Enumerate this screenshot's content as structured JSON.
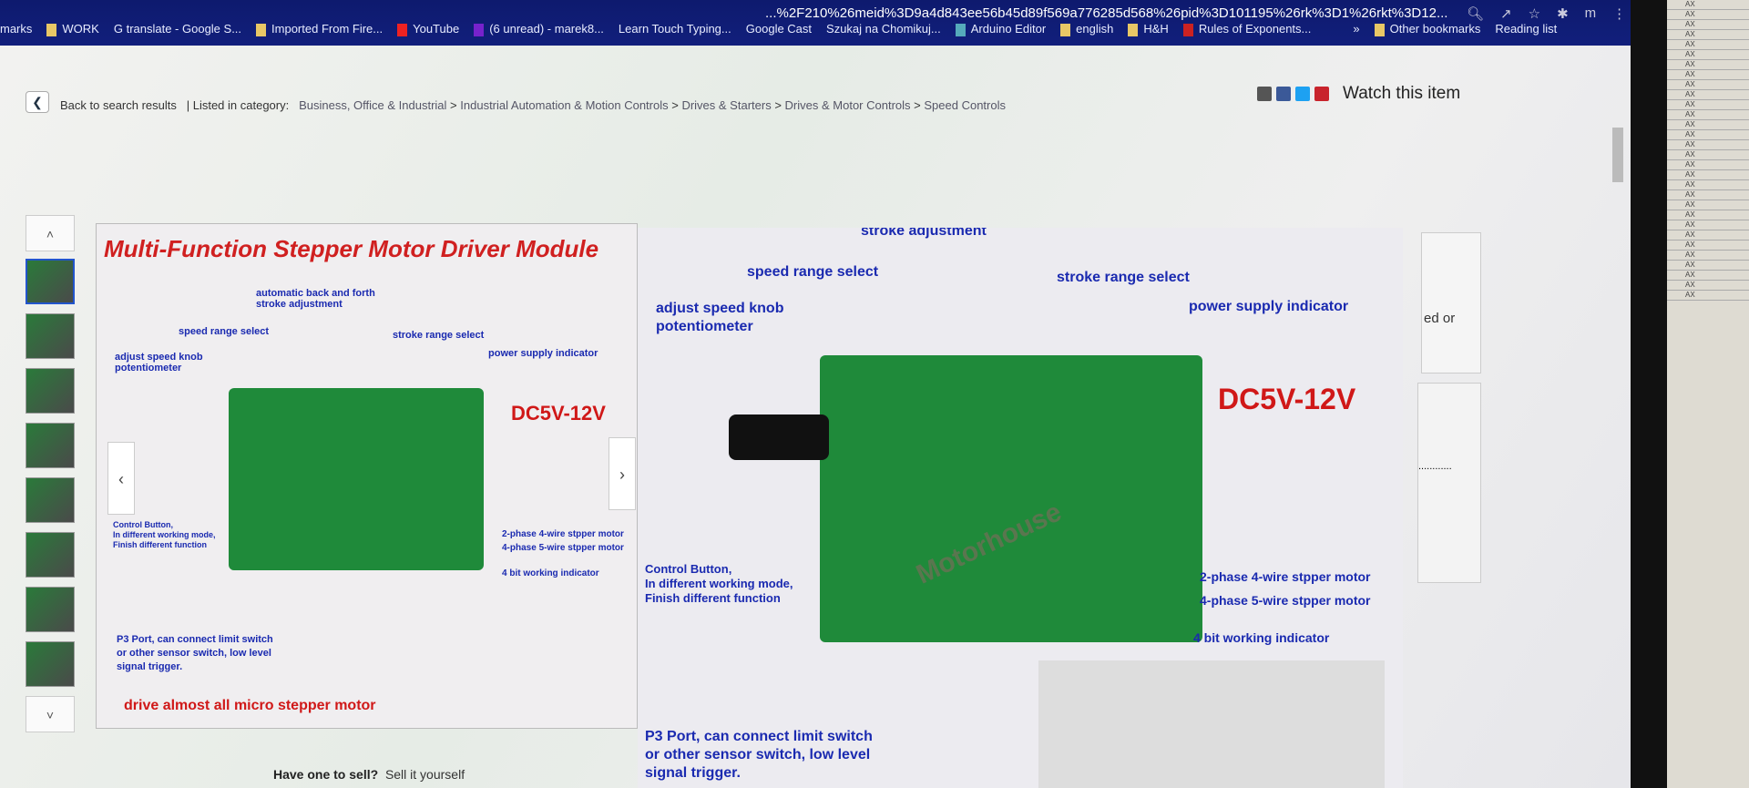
{
  "browser": {
    "url": "...%2F210%26meid%3D9a4d843ee56b45d89f569a776285d568%26pid%3D101195%26rk%3D1%26rkt%3D12...",
    "bookmarks": [
      "marks",
      "WORK",
      "translate - Google S...",
      "Imported From Fire...",
      "YouTube",
      "(6 unread) - marek8...",
      "Learn Touch Typing...",
      "Google Cast",
      "Szukaj na Chomikuj...",
      "Arduino Editor",
      "english",
      "H&H",
      "Rules of Exponents..."
    ],
    "more": "»",
    "other_bookmarks": "Other bookmarks",
    "reading_list": "Reading list",
    "profile": "m"
  },
  "nav": {
    "back": "Back to search results",
    "listed_in": "| Listed in category:",
    "crumbs": [
      "Business, Office & Industrial",
      "Industrial Automation & Motion Controls",
      "Drives & Starters",
      "Drives & Motor Controls",
      "Speed Controls"
    ],
    "sep": ">"
  },
  "watch": "Watch this item",
  "left_image": {
    "title": "Multi-Function Stepper Motor Driver Module",
    "labels": [
      "automatic back and forth",
      "stroke adjustment",
      "speed range select",
      "stroke range select",
      "adjust speed knob",
      "potentiometer",
      "power supply indicator",
      "DC5V-12V",
      "Control Button,",
      "In different working mode,",
      "Finish different function",
      "2-phase 4-wire stpper motor",
      "4-phase 5-wire stpper motor",
      "4 bit working indicator",
      "P3 Port, can connect limit switch",
      "or other sensor switch, low level",
      "signal trigger.",
      "drive almost all micro stepper motor"
    ]
  },
  "main_image": {
    "labels": [
      "stroke adjustment",
      "speed range select",
      "stroke range select",
      "adjust speed knob",
      "potentiometer",
      "power supply indicator",
      "DC5V-12V",
      "Control Button,",
      "In different working mode,",
      "Finish different function",
      "2-phase 4-wire stpper motor",
      "4-phase 5-wire stpper motor",
      "4 bit working indicator",
      "P3 Port, can connect limit switch",
      "or other sensor switch, low level",
      "signal trigger."
    ],
    "watermark": "Motorhouse"
  },
  "right_panel": {
    "text": "ed or",
    "dots": "............"
  },
  "sell": {
    "q": "Have one to sell?",
    "link": "Sell it yourself"
  },
  "colors": {
    "topbar": "#12207e",
    "label_blue": "#1a2ab0",
    "label_red": "#d01818",
    "pcb": "#1f8a3a"
  }
}
